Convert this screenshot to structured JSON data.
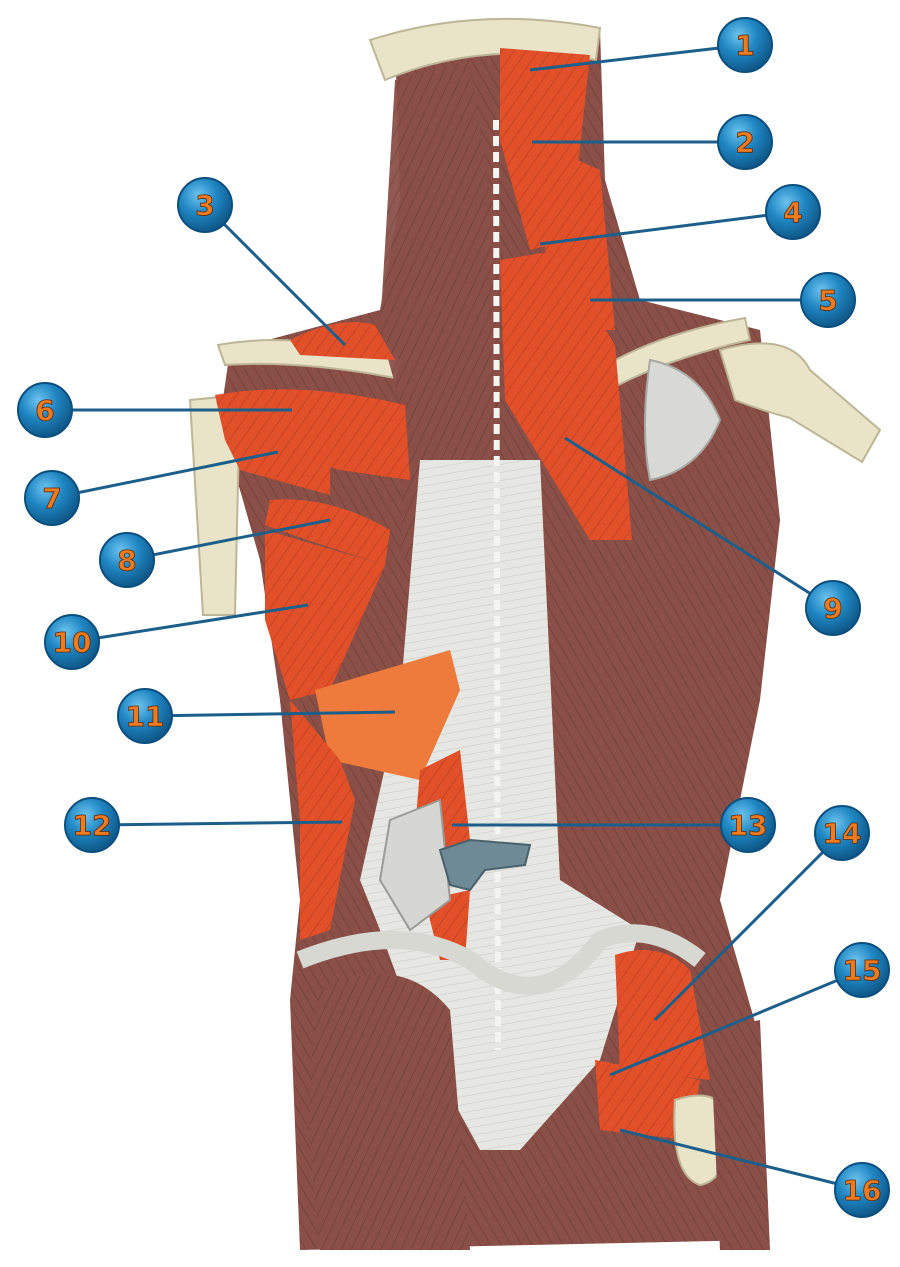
{
  "colors": {
    "muscle_red": "#e2502a",
    "muscle_orange": "#ee7a3c",
    "muscle_brown": "#8a5048",
    "muscle_brown_dark": "#6a3a35",
    "fascia": "#e6e6e2",
    "bone": "#e9e3c8",
    "cartilage": "#6e8a96",
    "leader_line": "#1c5f8a",
    "badge_fill": "#1f86c2",
    "badge_edge": "#0b4f7e",
    "badge_text": "#f07a1e"
  },
  "labels": [
    {
      "id": "1",
      "text": "1"
    },
    {
      "id": "2",
      "text": "2"
    },
    {
      "id": "3",
      "text": "3"
    },
    {
      "id": "4",
      "text": "4"
    },
    {
      "id": "5",
      "text": "5"
    },
    {
      "id": "6",
      "text": "6"
    },
    {
      "id": "7",
      "text": "7"
    },
    {
      "id": "8",
      "text": "8"
    },
    {
      "id": "9",
      "text": "9"
    },
    {
      "id": "10",
      "text": "10"
    },
    {
      "id": "11",
      "text": "11"
    },
    {
      "id": "12",
      "text": "12"
    },
    {
      "id": "13",
      "text": "13"
    },
    {
      "id": "14",
      "text": "14"
    },
    {
      "id": "15",
      "text": "15"
    },
    {
      "id": "16",
      "text": "16"
    }
  ]
}
